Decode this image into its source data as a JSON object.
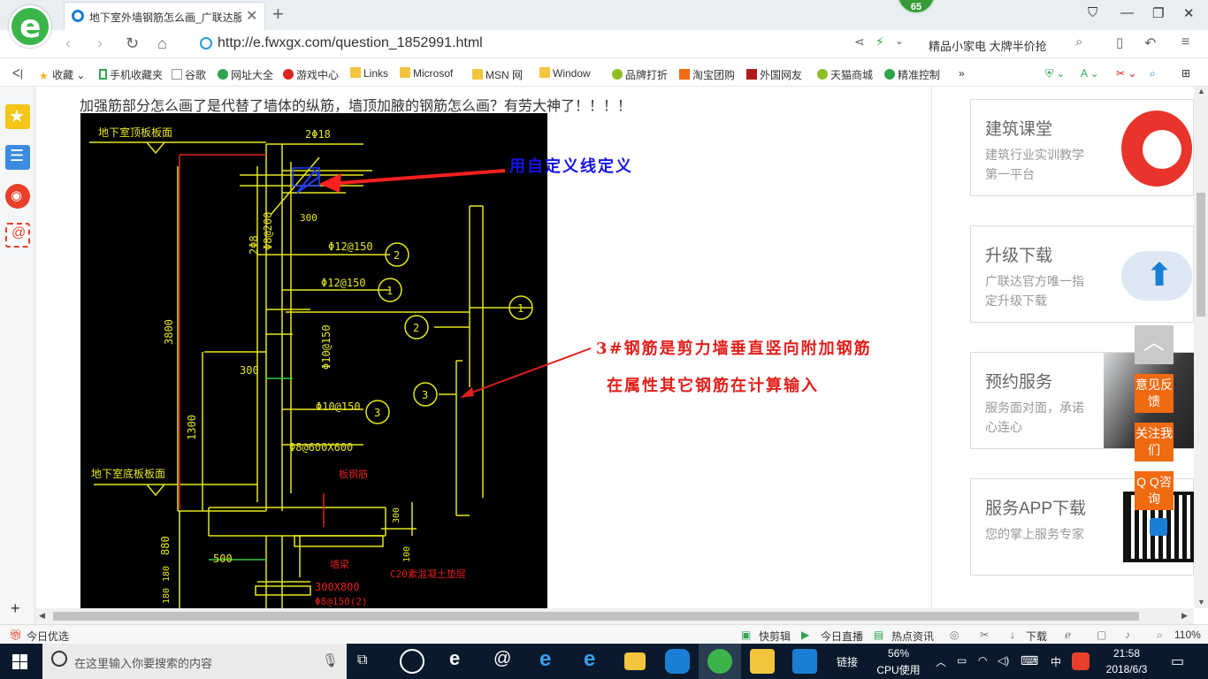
{
  "browser": {
    "tab_title": "地下室外墙钢筋怎么画_广联达服",
    "new_tab": "+",
    "badge_count": "65",
    "url": "http://e.fwxgx.com/question_1852991.html",
    "search_suggestion": "精品小家电 大牌半价抢"
  },
  "bookmarks": [
    {
      "label": "收藏",
      "icon": "star-icon"
    },
    {
      "label": "手机收藏夹",
      "icon": "phone-icon"
    },
    {
      "label": "谷歌",
      "icon": "page-icon"
    },
    {
      "label": "网址大全",
      "icon": "globe-icon"
    },
    {
      "label": "游戏中心",
      "icon": "game-icon"
    },
    {
      "label": "Links",
      "icon": "folder-icon"
    },
    {
      "label": "Microsof",
      "icon": "folder-icon"
    },
    {
      "label": "MSN 网",
      "icon": "folder-icon"
    },
    {
      "label": "Window",
      "icon": "folder-icon"
    },
    {
      "label": "品牌打折",
      "icon": "leaf-icon"
    },
    {
      "label": "淘宝团购",
      "icon": "taobao-icon"
    },
    {
      "label": "外国网友",
      "icon": "flag-icon"
    },
    {
      "label": "天猫商城",
      "icon": "leaf-icon"
    },
    {
      "label": "精准控制",
      "icon": "wechat-icon"
    }
  ],
  "question": "加强筋部分怎么画了是代替了墙体的纵筋，墙顶加腋的钢筋怎么画？有劳大神了！！！！",
  "drawing": {
    "labels": {
      "top_slab": "地下室顶板板面",
      "bottom_slab": "地下室底板板面",
      "top_bar": "2Φ18",
      "dim_300_top": "300",
      "vert_2phi8": "2Φ8",
      "phi8_200": "Φ8@200",
      "phi12_150_a": "Φ12@150",
      "phi12_150_b": "Φ12@150",
      "phi10_150_v": "Φ10@150",
      "phi10_150_h": "Φ10@150",
      "phi8_600": "Φ8@600X600",
      "dim_3800": "3800",
      "dim_300_mid": "300",
      "dim_1300": "1300",
      "dim_500": "500",
      "dim_880": "880",
      "dim_180a": "180",
      "dim_180b": "180",
      "dim_300_r": "300",
      "dim_100": "100",
      "slab_bar": "板钢筋",
      "beam": "墙梁",
      "beam_size": "300X800",
      "beam_stirrup": "Φ8@150(2)",
      "cushion": "C20素混凝土垫层",
      "circle_1": "1",
      "circle_2": "2",
      "circle_3": "3"
    },
    "annotation_blue": "用自定义线定义",
    "annotation_red_1": "3#钢筋是剪力墙垂直竖向附加钢筋",
    "annotation_red_2": "在属性其它钢筋在计算输入"
  },
  "cards": [
    {
      "title": "建筑课堂",
      "desc": "建筑行业实训教学第一平台",
      "icon": "phoenix-logo-icon"
    },
    {
      "title": "升级下载",
      "desc": "广联达官方唯一指定升级下载",
      "icon": "cloud-upload-icon"
    },
    {
      "title": "预约服务",
      "desc": "服务面对面，承诺心连心",
      "icon": "person-photo-icon"
    },
    {
      "title": "服务APP下载",
      "desc": "您的掌上服务专家",
      "icon": "qr-code-icon"
    }
  ],
  "float_buttons": {
    "feedback": "意见反馈",
    "follow": "关注我们",
    "qq": "Q Q咨询"
  },
  "statusbar": {
    "left": "今日优选",
    "items": [
      "快剪辑",
      "今日直播",
      "热点资讯",
      "下载"
    ],
    "zoom": "110%"
  },
  "taskbar": {
    "search_placeholder": "在这里输入你要搜索的内容",
    "links": "链接",
    "cpu_percent": "56%",
    "cpu_label": "CPU使用",
    "ime": "中",
    "time": "21:58",
    "date": "2018/6/3"
  },
  "colors": {
    "accent": "#1a7fd4",
    "orange": "#f06a12",
    "cad_yellow": "#e6e61e",
    "annotation_red": "#e0201c",
    "annotation_blue": "#1414e6"
  }
}
